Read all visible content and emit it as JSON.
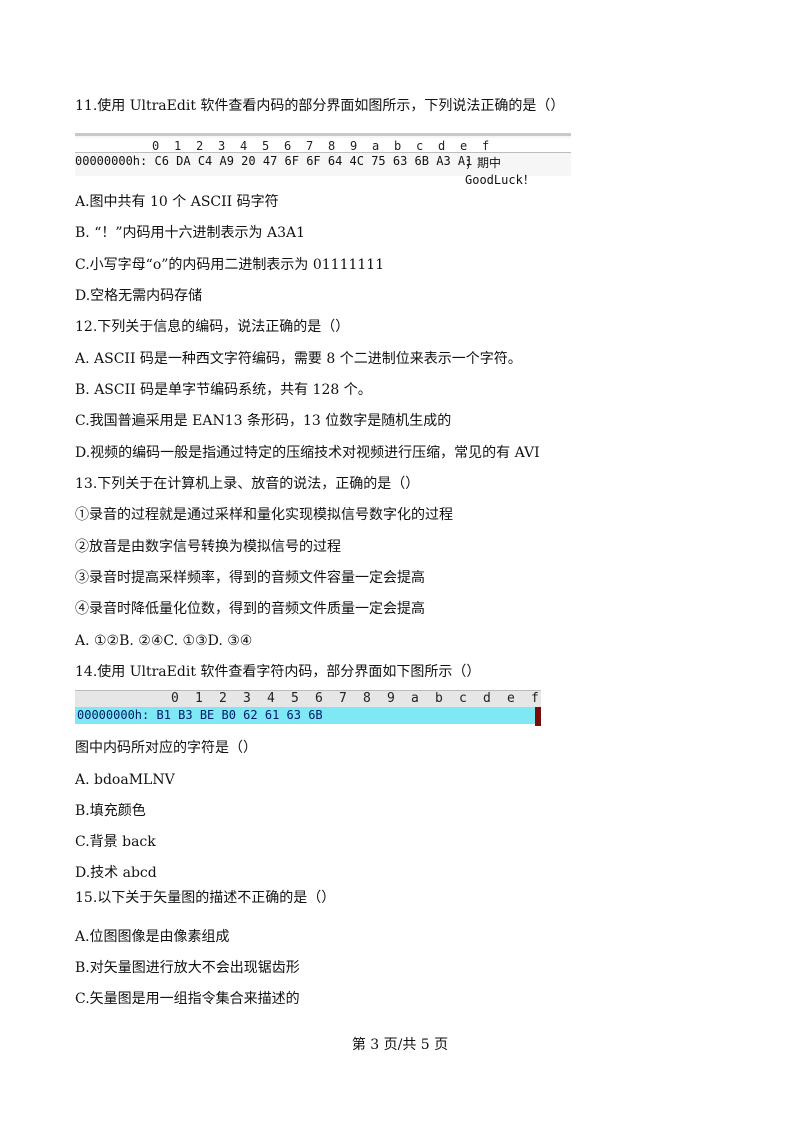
{
  "questions": {
    "q11": {
      "stem": "11.使用 UltraEdit 软件查看内码的部分界面如图所示，下列说法正确的是（）",
      "hex_view": {
        "columns": [
          "0",
          "1",
          "2",
          "3",
          "4",
          "5",
          "6",
          "7",
          "8",
          "9",
          "a",
          "b",
          "c",
          "d",
          "e",
          "f"
        ],
        "row": "00000000h:  C6 DA C4 A9 20 47 6F 6F 64 4C 75 63 6B A3 A1",
        "text": "；期中 GoodLuck！"
      },
      "options": {
        "A": "A.图中共有 10 个 ASCII 码字符",
        "B": "B. “！”内码用十六进制表示为 A3A1",
        "C": "C.小写字母“o”的内码用二进制表示为 01111111",
        "D": "D.空格无需内码存储"
      }
    },
    "q12": {
      "stem": "12.下列关于信息的编码，说法正确的是（）",
      "options": {
        "A": "A. ASCII 码是一种西文字符编码，需要 8 个二进制位来表示一个字符。",
        "B": "B. ASCII 码是单字节编码系统，共有 128 个。",
        "C": "C.我国普遍采用是 EAN13 条形码，13 位数字是随机生成的",
        "D": "D.视频的编码一般是指通过特定的压缩技术对视频进行压缩，常见的有 AVI"
      }
    },
    "q13": {
      "stem": "13.下列关于在计算机上录、放音的说法，正确的是（）",
      "statements": [
        "①录音的过程就是通过采样和量化实现模拟信号数字化的过程",
        "②放音是由数字信号转换为模拟信号的过程",
        "③录音时提高采样频率，得到的音频文件容量一定会提高",
        "④录音时降低量化位数，得到的音频文件质量一定会提高"
      ],
      "options_line": "A. ①②B. ②④C. ①③D. ③④"
    },
    "q14": {
      "stem": "14.使用 UltraEdit 软件查看字符内码，部分界面如下图所示（）",
      "hex_view": {
        "columns": [
          "0",
          "1",
          "2",
          "3",
          "4",
          "5",
          "6",
          "7",
          "8",
          "9",
          "a",
          "b",
          "c",
          "d",
          "e",
          "f"
        ],
        "row": "00000000h: B1 B3 BE B0 62 61 63 6B"
      },
      "sub_stem": "图中内码所对应的字符是（）",
      "options": {
        "A": "A. bdoaMLNV",
        "B": "B.填充颜色",
        "C": "C.背景 back",
        "D": "D.技术 abcd"
      }
    },
    "q15": {
      "stem": "15.以下关于矢量图的描述不正确的是（）",
      "options": {
        "A": "A.位图图像是由像素组成",
        "B": "B.对矢量图进行放大不会出现锯齿形",
        "C": "C.矢量图是用一组指令集合来描述的"
      }
    }
  },
  "footer": "第 3 页/共 5 页"
}
